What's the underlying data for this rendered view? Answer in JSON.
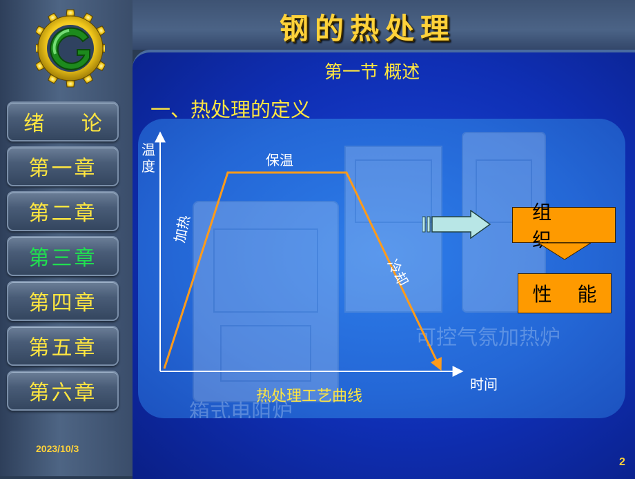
{
  "header": {
    "title": "钢的热处理"
  },
  "nav": {
    "items": [
      {
        "label": "绪 论"
      },
      {
        "label": "第一章"
      },
      {
        "label": "第二章"
      },
      {
        "label": "第三章",
        "active": true
      },
      {
        "label": "第四章"
      },
      {
        "label": "第五章"
      },
      {
        "label": "第六章"
      }
    ]
  },
  "footer": {
    "date": "2023/10/3",
    "page": "2"
  },
  "content": {
    "section_title": "第一节 概述",
    "subtitle": "一、热处理的定义",
    "watermark_left": "箱式电阻炉",
    "watermark_right": "可控气氛加热炉",
    "boxes": {
      "structure": "组 织",
      "property": "性 能"
    }
  },
  "chart_data": {
    "type": "line",
    "title": "热处理工艺曲线",
    "xlabel": "时间",
    "ylabel": "温度",
    "series": [
      {
        "x": [
          0,
          0.23,
          0.66,
          1.0
        ],
        "y": [
          0,
          1.0,
          1.0,
          0.0
        ],
        "color": "#ff9b1a"
      }
    ],
    "annotations": [
      {
        "text": "加热"
      },
      {
        "text": "保温"
      },
      {
        "text": "冷却"
      }
    ],
    "grid": false
  },
  "colors": {
    "accent_yellow": "#ffd23a",
    "nav_active": "#20e050",
    "curve": "#ff9b1a",
    "box": "#fe9a00",
    "arrow": "#b8e6e6"
  }
}
